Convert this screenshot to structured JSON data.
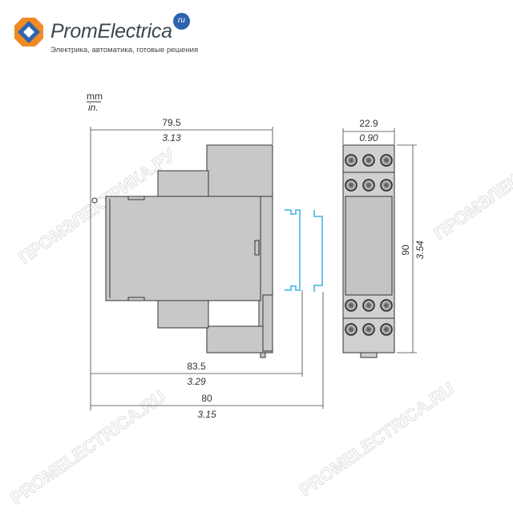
{
  "logo": {
    "brand": "PromElectrica",
    "badge": "ru",
    "tagline": "Электрика, автоматика, готовые решения",
    "colors": {
      "orange": "#f08a24",
      "blue": "#2f63b0",
      "text": "#3d4650"
    }
  },
  "units": {
    "metric": "mm",
    "imperial": "in."
  },
  "dimensions": {
    "width_top": {
      "mm": "79.5",
      "in": "3.13"
    },
    "width_rail": {
      "mm": "83.5",
      "in": "3.29"
    },
    "width_total": {
      "mm": "80",
      "in": "3.15"
    },
    "front_width": {
      "mm": "22.9",
      "in": "0.90"
    },
    "height": {
      "mm": "90",
      "in": "3.54"
    }
  },
  "watermarks": [
    "ПРОМЭЛЕКТРИКА.РУ",
    "PROMELECTRICA.RU"
  ],
  "colors": {
    "body": "#c8c8c8",
    "outline": "#333333",
    "rail": "#6cc4e8"
  }
}
